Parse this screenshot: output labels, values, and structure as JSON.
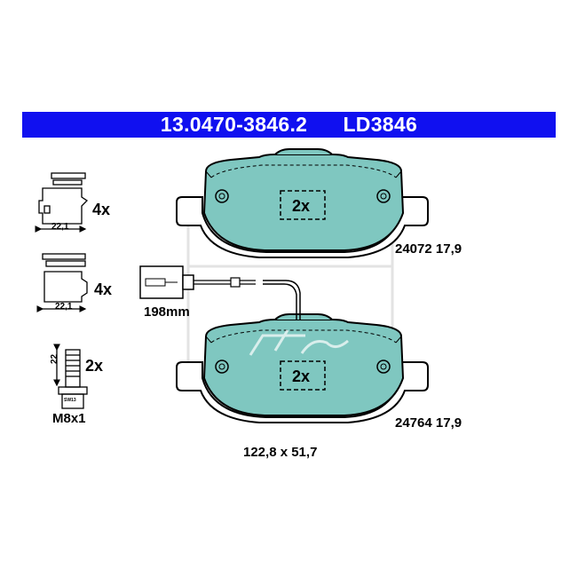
{
  "header": {
    "part_number": "13.0470-3846.2",
    "ref_code": "LD3846",
    "accent_color": "#1010f0"
  },
  "accessories": [
    {
      "name": "clip-a",
      "quantity": "4x",
      "dimension": "22,1"
    },
    {
      "name": "clip-b",
      "quantity": "4x",
      "dimension": "22,1"
    },
    {
      "name": "bolt",
      "quantity": "2x",
      "dimension": "22",
      "thread": "M8x1",
      "wrench_mark": "SW13"
    }
  ],
  "sensor": {
    "length": "198mm"
  },
  "pads": [
    {
      "name": "upper-pad",
      "quantity": "2x",
      "spec": "24072 17,9"
    },
    {
      "name": "lower-pad",
      "quantity": "2x",
      "spec": "24764 17,9"
    }
  ],
  "dimensions": "122,8 x 51,7",
  "pad_color": "#7fc7c0"
}
